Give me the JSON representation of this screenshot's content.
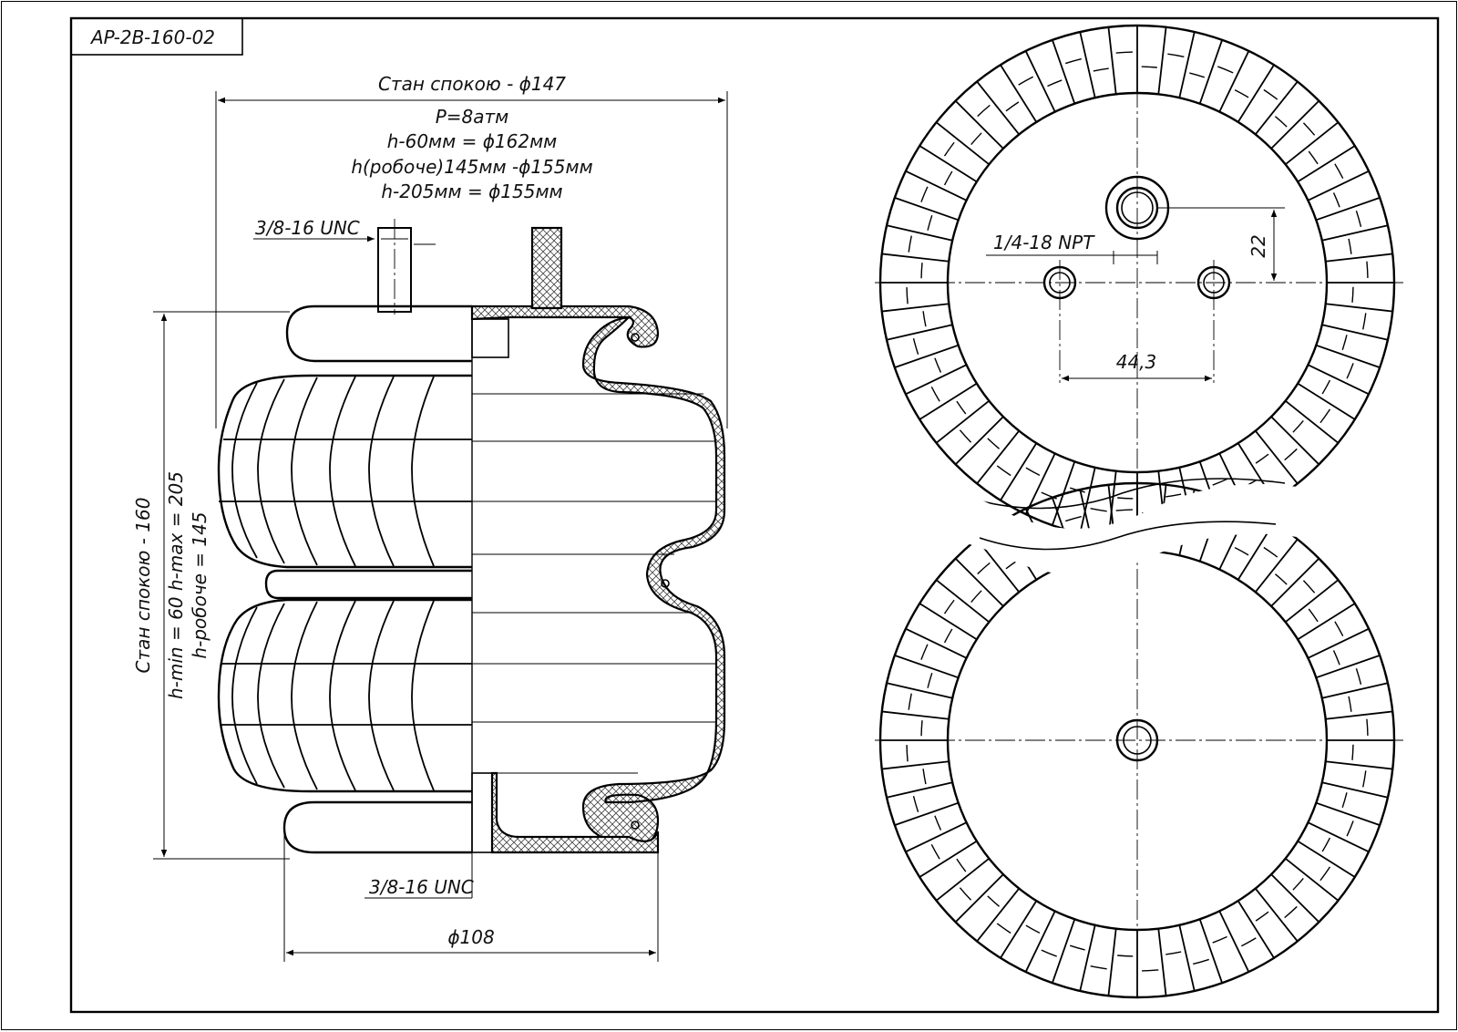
{
  "title_block": {
    "code": "AP-2B-160-02"
  },
  "side_view": {
    "rest_diameter": "Стан спокою - ϕ147",
    "pressure": "P=8атм",
    "spec_h60": "h-60мм = ϕ162мм",
    "spec_h145": "h(робоче)145мм -ϕ155мм",
    "spec_h205": "h-205мм = ϕ155мм",
    "top_thread": "3/8-16 UNC",
    "bottom_thread": "3/8-16 UNC",
    "bottom_diameter": "ϕ108",
    "rest_height": "Стан спокою - 160",
    "h_min_max": "h-min = 60   h-max = 205",
    "h_work": "h-робоче = 145"
  },
  "top_view": {
    "port_thread": "1/4-18 NPT",
    "port_offset": "22",
    "stud_spacing": "44,3"
  }
}
